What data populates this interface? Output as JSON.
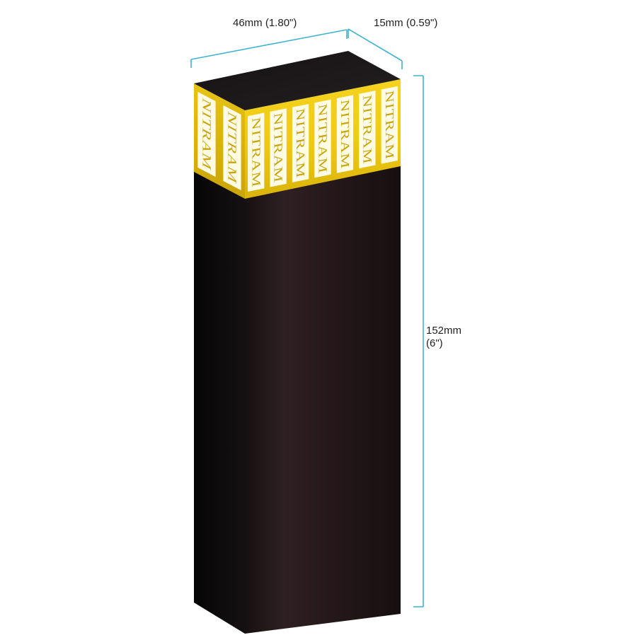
{
  "dimensions": {
    "width": "46mm (1.80\")",
    "depth": "15mm (0.59\")",
    "height_mm": "152mm",
    "height_in": "(6\")"
  },
  "brand": {
    "text": "NITRAM",
    "repeat_front": 7,
    "repeat_side": 2
  },
  "colors": {
    "dimension_line": "#3fb3cf",
    "band_gold": "#f1cf1b",
    "band_gold_dark": "#c9a406",
    "label_face": "#fffce6",
    "block_front": "#2a1c1e",
    "block_side": "#0c0a0b",
    "block_top": "#1a1718"
  }
}
